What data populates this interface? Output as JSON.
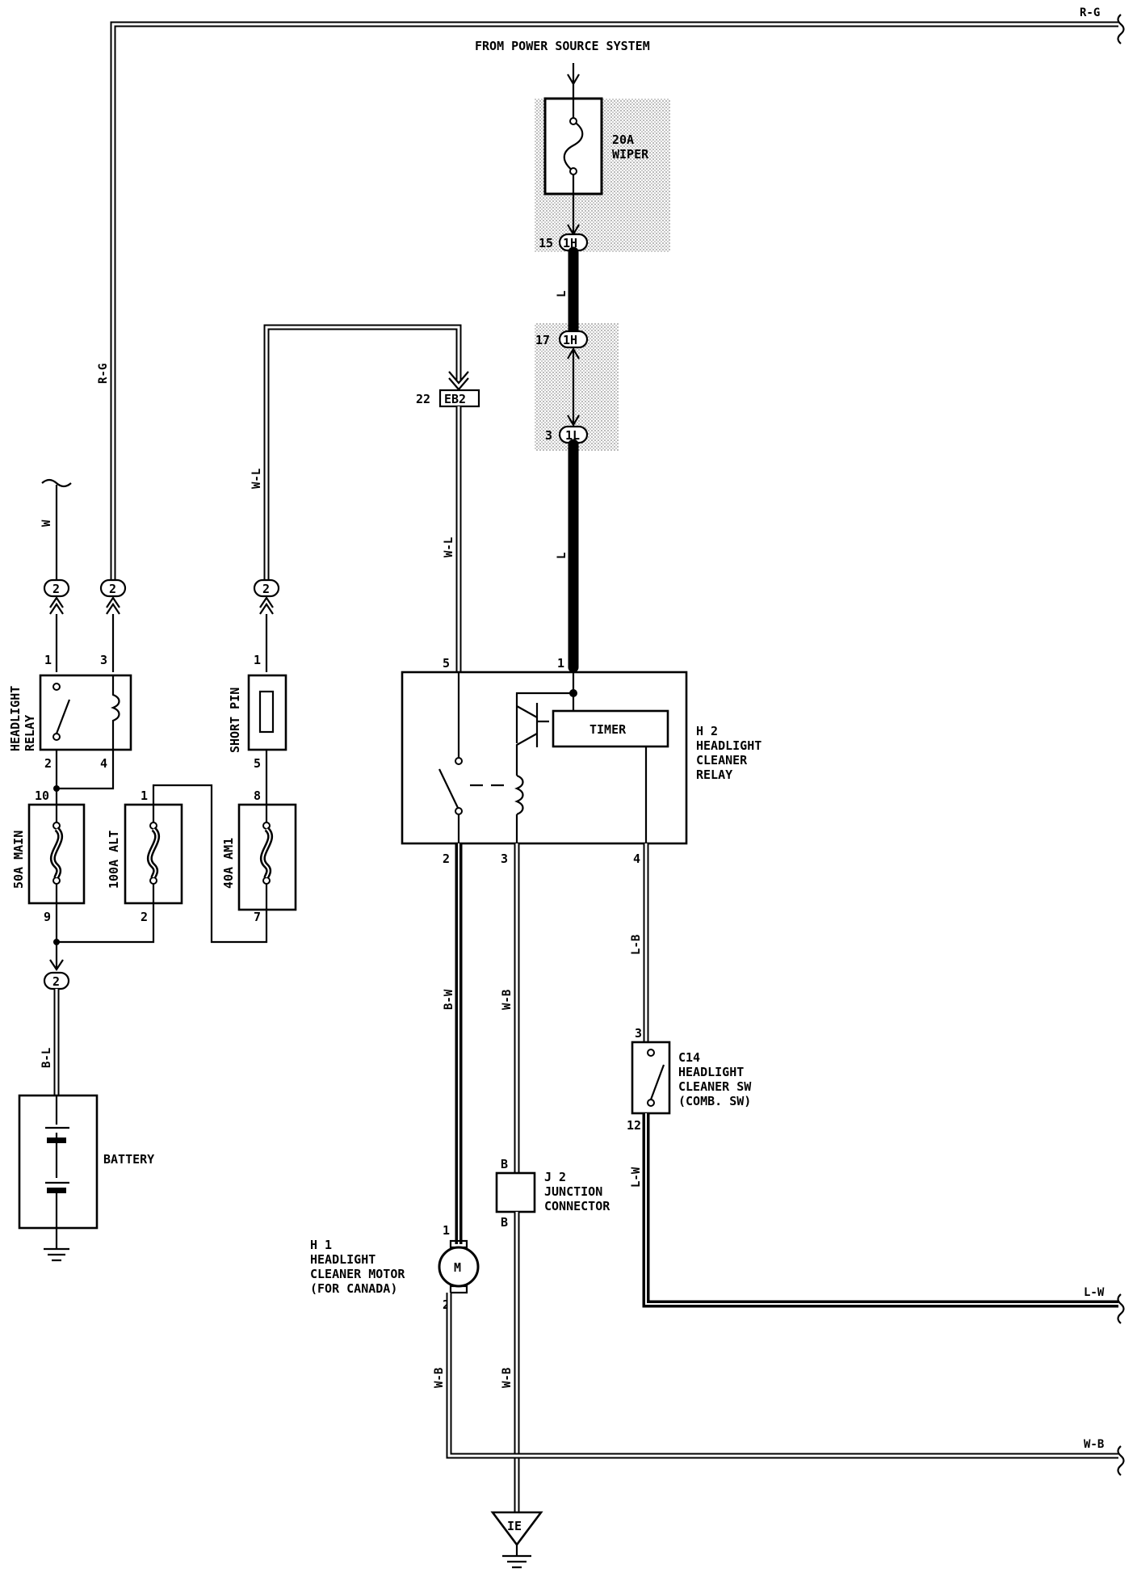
{
  "power_source": "FROM POWER SOURCE SYSTEM",
  "fuse_wiper": {
    "rating": "20A",
    "name": "WIPER"
  },
  "connectors": {
    "ih_pin15": "15",
    "ih_label15": "1H",
    "ih_pin17": "17",
    "ih_label17": "1H",
    "il_pin3": "3",
    "il_label": "1L",
    "eb2_pin": "22",
    "eb2_label": "EB2",
    "conn2": "2"
  },
  "wires": {
    "rg": "R-G",
    "w": "W",
    "wl": "W-L",
    "l": "L",
    "lb": "L-B",
    "lw": "L-W",
    "bw": "B-W",
    "wb": "W-B",
    "bl": "B-L"
  },
  "headlight_relay": {
    "label_line1": "HEADLIGHT",
    "label_line2": "RELAY",
    "p1": "1",
    "p2": "2",
    "p3": "3",
    "p4": "4"
  },
  "short_pin": {
    "label": "SHORT PIN",
    "p1": "1",
    "p5": "5"
  },
  "fusible": {
    "main": {
      "label": "50A MAIN",
      "top": "10",
      "bottom": "9"
    },
    "alt": {
      "label": "100A ALT",
      "top": "1",
      "bottom": "2"
    },
    "am1": {
      "label": "40A AM1",
      "top": "8",
      "bottom": "7"
    }
  },
  "battery": {
    "label": "BATTERY"
  },
  "h2": {
    "code": "H 2",
    "line1": "HEADLIGHT",
    "line2": "CLEANER",
    "line3": "RELAY",
    "timer": "TIMER",
    "p1": "1",
    "p2": "2",
    "p3": "3",
    "p4": "4",
    "p5": "5"
  },
  "c14": {
    "code": "C14",
    "line1": "HEADLIGHT",
    "line2": "CLEANER SW",
    "line3": "(COMB. SW)",
    "p3": "3",
    "p12": "12"
  },
  "j2": {
    "code": "J 2",
    "line1": "JUNCTION",
    "line2": "CONNECTOR",
    "pB_top": "B",
    "pB_bot": "B"
  },
  "h1": {
    "code": "H 1",
    "line1": "HEADLIGHT",
    "line2": "CLEANER MOTOR",
    "line3": "(FOR CANADA)",
    "p1": "1",
    "p2": "2",
    "motor": "M"
  },
  "ground": {
    "label": "IE"
  }
}
